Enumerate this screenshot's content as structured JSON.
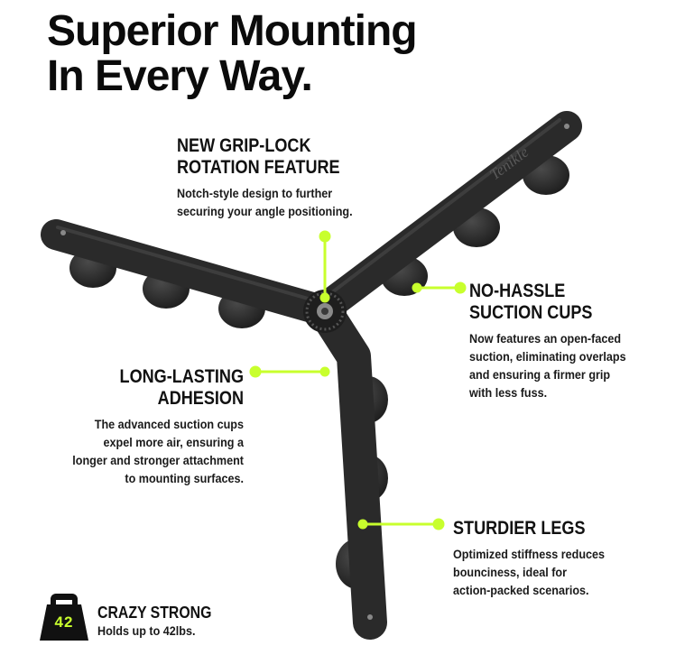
{
  "headline": {
    "line1": "Superior Mounting",
    "line2": "In Every Way."
  },
  "brand_mark": "Tenikle",
  "accent_color": "#c8ff2d",
  "product_color": "#2a2a2a",
  "callouts": {
    "grip_lock": {
      "title_line1": "NEW GRIP-LOCK",
      "title_line2": "ROTATION FEATURE",
      "body_line1": "Notch-style design to further",
      "body_line2": "securing your angle positioning."
    },
    "suction_cups": {
      "title_line1": "NO-HASSLE",
      "title_line2": "SUCTION CUPS",
      "body_line1": "Now features an open-faced",
      "body_line2": "suction, eliminating overlaps",
      "body_line3": "and ensuring a firmer grip",
      "body_line4": "with less fuss."
    },
    "adhesion": {
      "title_line1": "LONG-LASTING",
      "title_line2": "ADHESION",
      "body_line1": "The advanced suction cups",
      "body_line2": "expel more air, ensuring a",
      "body_line3": "longer and stronger attachment",
      "body_line4": "to mounting surfaces."
    },
    "legs": {
      "title": "STURDIER LEGS",
      "body_line1": "Optimized stiffness reduces",
      "body_line2": "bounciness, ideal for",
      "body_line3": "action-packed scenarios."
    }
  },
  "badge": {
    "weight_number": "42",
    "title": "CRAZY STRONG",
    "subtitle": "Holds up to 42lbs.",
    "icon": "kettlebell-weight-icon"
  }
}
